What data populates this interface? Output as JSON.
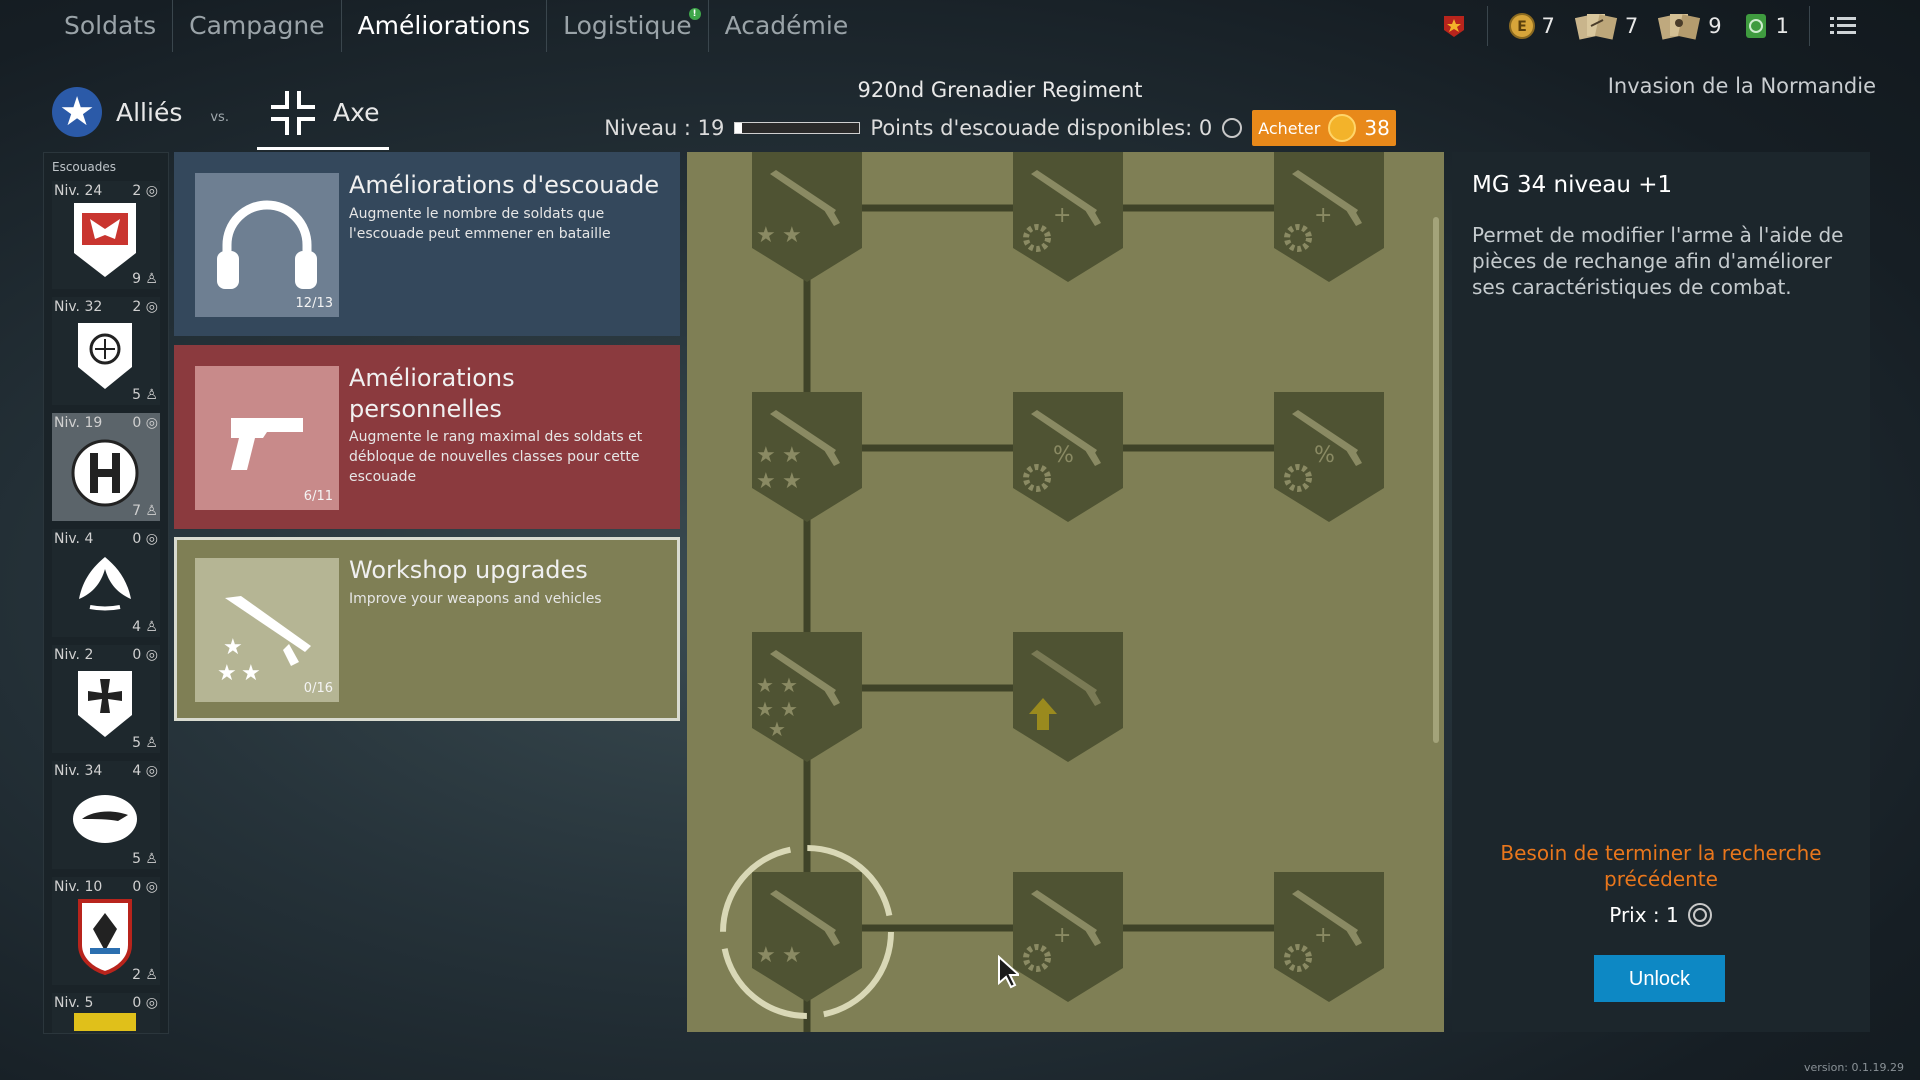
{
  "nav": {
    "tabs": [
      {
        "label": "Soldats"
      },
      {
        "label": "Campagne"
      },
      {
        "label": "Améliorations"
      },
      {
        "label": "Logistique"
      },
      {
        "label": "Académie"
      }
    ],
    "active_tab": "Améliorations",
    "logistics_notification": "!"
  },
  "currencies": {
    "e_tickets": "7",
    "weapon_cards": "7",
    "soldier_cards": "9",
    "boosters": "1"
  },
  "factions": {
    "allies": "Alliés",
    "vs": "vs.",
    "axis": "Axe",
    "selected": "Axe"
  },
  "regiment": {
    "name": "920nd Grenadier Regiment",
    "level_label": "Niveau : 19",
    "level_progress": 0.05,
    "squad_points": "Points d'escouade disponibles: 0",
    "buy_label": "Acheter",
    "gold": "38"
  },
  "campaign": "Invasion de la Normandie",
  "squads": {
    "title": "Escouades",
    "items": [
      {
        "level": "Niv. 24",
        "points": "2",
        "count": "9"
      },
      {
        "level": "Niv. 32",
        "points": "2",
        "count": "5"
      },
      {
        "level": "Niv. 19",
        "points": "0",
        "count": "7"
      },
      {
        "level": "Niv. 4",
        "points": "0",
        "count": "4"
      },
      {
        "level": "Niv. 2",
        "points": "0",
        "count": "5"
      },
      {
        "level": "Niv. 34",
        "points": "4",
        "count": "5"
      },
      {
        "level": "Niv. 10",
        "points": "0",
        "count": "2"
      },
      {
        "level": "Niv. 5",
        "points": "0",
        "count": ""
      }
    ]
  },
  "categories": [
    {
      "title": "Améliorations d'escouade",
      "desc": "Augmente le nombre de soldats que l'escouade peut emmener en bataille",
      "count": "12/13",
      "color": "#34485c"
    },
    {
      "title": "Améliorations personnelles",
      "desc": "Augmente le rang maximal des soldats et débloque de nouvelles classes pour cette escouade",
      "count": "6/11",
      "color": "#8b3a3e"
    },
    {
      "title": "Workshop upgrades",
      "desc": "Improve your weapons and vehicles",
      "count": "0/16",
      "color": "#7f7f55"
    }
  ],
  "tree": {
    "nodes": [
      {
        "kind": "stars2"
      },
      {
        "kind": "gear-plus"
      },
      {
        "kind": "gear-plus"
      },
      {
        "kind": "stars4"
      },
      {
        "kind": "gear-percent"
      },
      {
        "kind": "gear-percent"
      },
      {
        "kind": "stars5"
      },
      {
        "kind": "arrow-up"
      },
      {
        "kind": "stars2",
        "selected": true
      },
      {
        "kind": "gear-plus"
      },
      {
        "kind": "gear-plus"
      }
    ]
  },
  "detail": {
    "title": "MG 34 niveau +1",
    "desc": "Permet de modifier l'arme à l'aide de pièces de rechange afin d'améliorer ses caractéristiques de combat.",
    "requirement": "Besoin de terminer la recherche précédente",
    "price_label": "Prix : 1",
    "unlock_label": "Unlock"
  },
  "version": "version: 0.1.19.29",
  "colors": {
    "accent_orange": "#e8891a",
    "unlock_blue": "#0d88c4",
    "workshop_olive": "#7f7f55",
    "requirement_orange": "#e8761c"
  }
}
